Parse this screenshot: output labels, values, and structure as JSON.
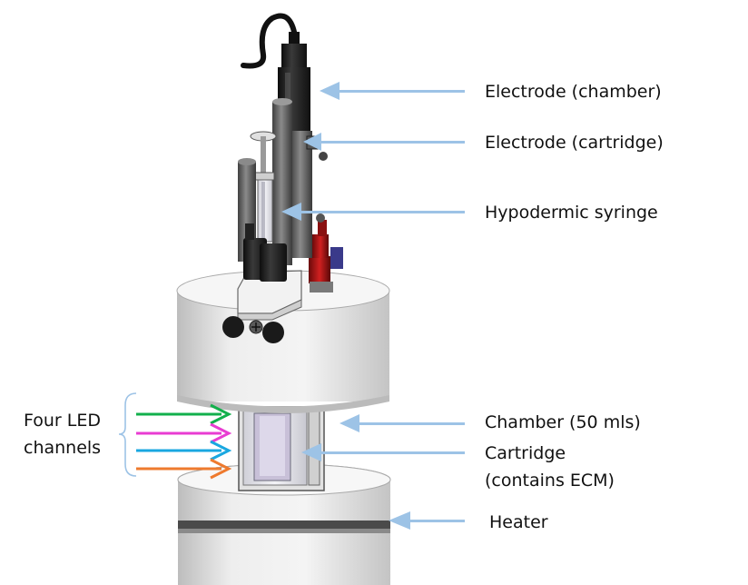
{
  "labels": {
    "electrode_chamber": "Electrode (chamber)",
    "electrode_cartridge": "Electrode (cartridge)",
    "hypodermic_syringe": "Hypodermic syringe",
    "chamber": "Chamber (50 mls)",
    "cartridge_line1": "Cartridge",
    "cartridge_line2": "(contains ECM)",
    "heater": "Heater",
    "led_line1": "Four LED",
    "led_line2": "channels"
  },
  "colors": {
    "pointer_arrow": "#9dc3e6",
    "led_channels": [
      "#12b04c",
      "#e83cd2",
      "#19a7e0",
      "#ee7a2e"
    ],
    "brace": "#9dc3e6",
    "housing": "#eeeeee"
  }
}
